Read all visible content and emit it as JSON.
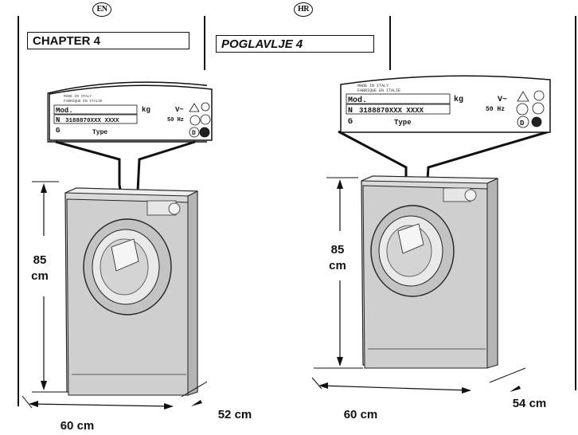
{
  "left": {
    "lang_code": "EN",
    "chapter_title": "CHAPTER 4",
    "height_value": "85",
    "height_unit": "cm",
    "width_label": "60 cm",
    "depth_label": "52 cm"
  },
  "right": {
    "lang_code": "HR",
    "chapter_title": "POGLAVLJE 4",
    "height_value": "85",
    "height_unit": "cm",
    "width_label": "60 cm",
    "depth_label": "54 cm"
  },
  "rating_plate": {
    "made_in": "MADE IN ITALY",
    "fabrique": "FABRIQUE EN ITALIE",
    "mod_label": "Mod.",
    "n_label": "N",
    "serial": "3188870XXX XXXX",
    "g_label": "G",
    "type_label": "Type",
    "kg_label": "kg",
    "volt_label": "V~",
    "freq_label": "50 Hz",
    "d_mark": "D"
  }
}
